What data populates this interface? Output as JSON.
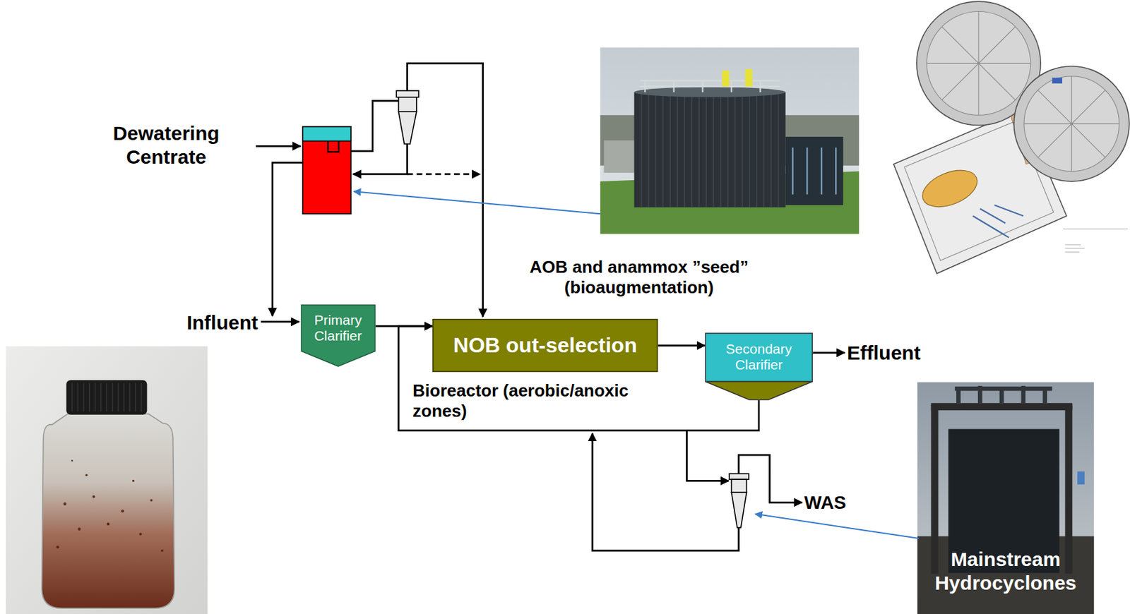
{
  "diagram": {
    "nodes": [
      {
        "text": [
          "Primary Clarifier"
        ]
      },
      {
        "text": [
          "NOB out-selection"
        ]
      },
      {
        "text": [
          "Secondary Clarifier"
        ]
      }
    ],
    "edges": [
      {
        "from": 0,
        "to": 1,
        "arrow": "to"
      },
      {
        "from": 1,
        "to": 2,
        "arrow": "to"
      },
      {
        "from": 2,
        "to": 1,
        "arrow": "to"
      }
    ],
    "labels": [
      "Dewatering Centrate",
      "Influent",
      "AOB and anammox ”seed” (bioaugmentation)",
      "Bioreactor (aerobic/anoxic zones)",
      "Effluent",
      "WAS",
      "Mainstream Hydrocyclones"
    ]
  }
}
